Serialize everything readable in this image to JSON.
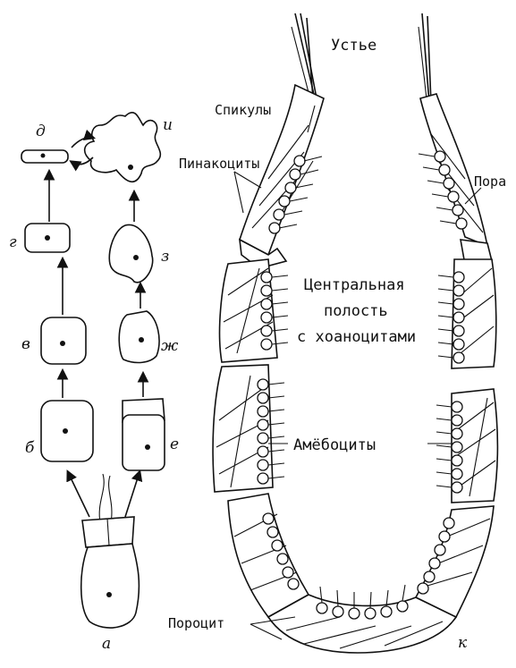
{
  "cell_labels": {
    "a": "а",
    "b": "б",
    "v": "в",
    "g": "г",
    "d": "д",
    "e": "е",
    "zh": "ж",
    "z": "з",
    "i": "и",
    "k": "к"
  },
  "sponge_labels": {
    "ostium": "Устье",
    "spicules": "Спикулы",
    "pinacocytes": "Пинакоциты",
    "pore": "Пора",
    "central_cavity_line1": "Центральная",
    "central_cavity_line2": "полость",
    "central_cavity_line3": "с хоаноцитами",
    "amoebocytes": "Амёбоциты",
    "porocyte": "Пороцит"
  },
  "colors": {
    "ink": "#111111",
    "paper": "#ffffff"
  }
}
